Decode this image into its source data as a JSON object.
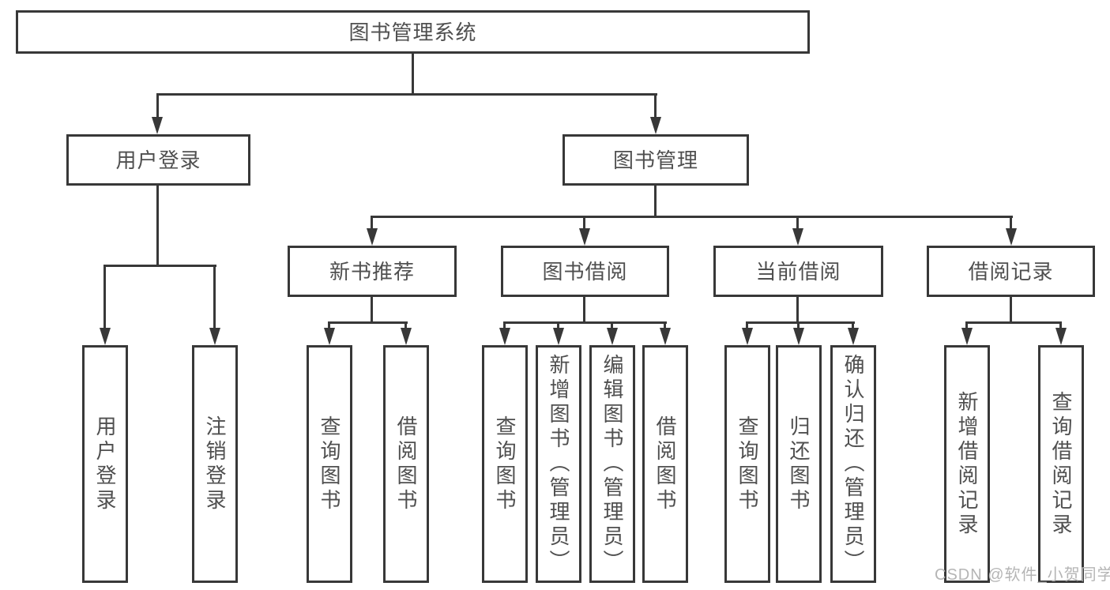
{
  "diagram": {
    "root": {
      "label": "图书管理系统"
    },
    "level1": [
      {
        "label": "用户登录",
        "children": [
          {
            "label": "用户登录"
          },
          {
            "label": "注销登录"
          }
        ]
      },
      {
        "label": "图书管理",
        "children": [
          {
            "label": "新书推荐",
            "children": [
              {
                "label": "查询图书"
              },
              {
                "label": "借阅图书"
              }
            ]
          },
          {
            "label": "图书借阅",
            "children": [
              {
                "label": "查询图书"
              },
              {
                "label": "新增图书（管理员）"
              },
              {
                "label": "编辑图书（管理员）"
              },
              {
                "label": "借阅图书"
              }
            ]
          },
          {
            "label": "当前借阅",
            "children": [
              {
                "label": "查询图书"
              },
              {
                "label": "归还图书"
              },
              {
                "label": "确认归还（管理员）"
              }
            ]
          },
          {
            "label": "借阅记录",
            "children": [
              {
                "label": "新增借阅记录"
              },
              {
                "label": "查询借阅记录"
              }
            ]
          }
        ]
      }
    ]
  },
  "watermark": "CSDN @软件_小贺同学",
  "colors": {
    "line": "#383838",
    "text": "#4f4f4f",
    "watermark": "#b5b5b5",
    "background": "#ffffff"
  }
}
